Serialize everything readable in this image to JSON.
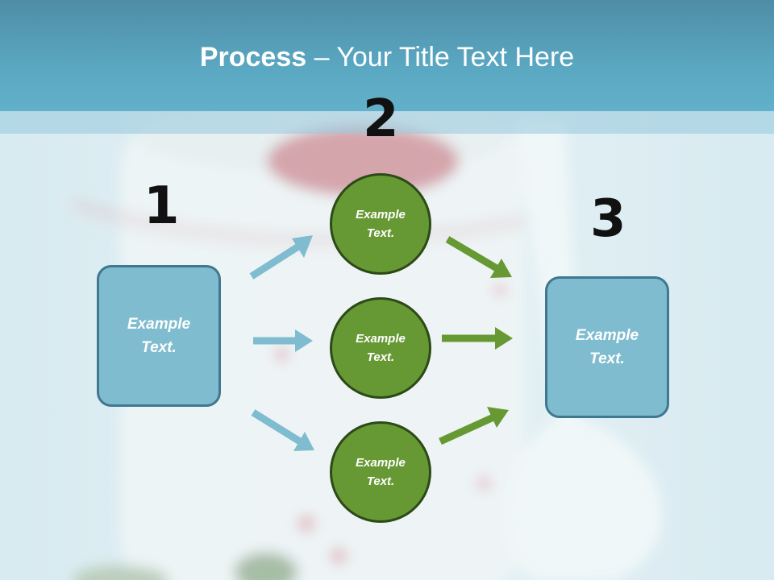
{
  "title": {
    "bold": "Process",
    "rest": " – Your Title Text Here"
  },
  "steps": {
    "one": "1",
    "two": "2",
    "three": "3"
  },
  "left_box": {
    "text": "Example\nText."
  },
  "right_box": {
    "text": "Example\nText."
  },
  "circles": [
    {
      "text": "Example\nText."
    },
    {
      "text": "Example\nText."
    },
    {
      "text": "Example\nText."
    }
  ],
  "colors": {
    "header": "#5aa7c2",
    "box_fill": "#7fbcd0",
    "box_border": "#3f7890",
    "circle_fill": "#669933",
    "circle_border": "#2c4a17",
    "blue_arrow": "#7fbcd0",
    "green_arrow": "#669933"
  }
}
